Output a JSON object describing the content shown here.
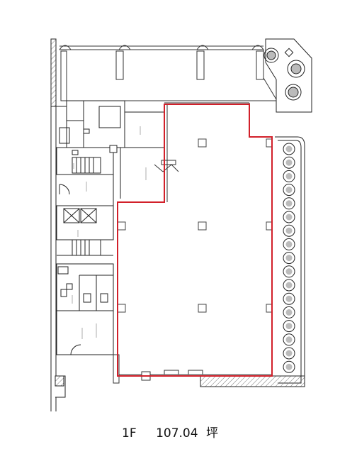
{
  "caption": {
    "floor": "1F",
    "area": "107.04",
    "unit": "坪"
  },
  "colors": {
    "wall": "#222222",
    "thin": "#555555",
    "tenant_outline": "#d2202a",
    "hatch": "#888888"
  },
  "icons": [
    "tree-icon",
    "door-swing-icon",
    "stair-icon",
    "elevator-icon",
    "column-icon"
  ]
}
